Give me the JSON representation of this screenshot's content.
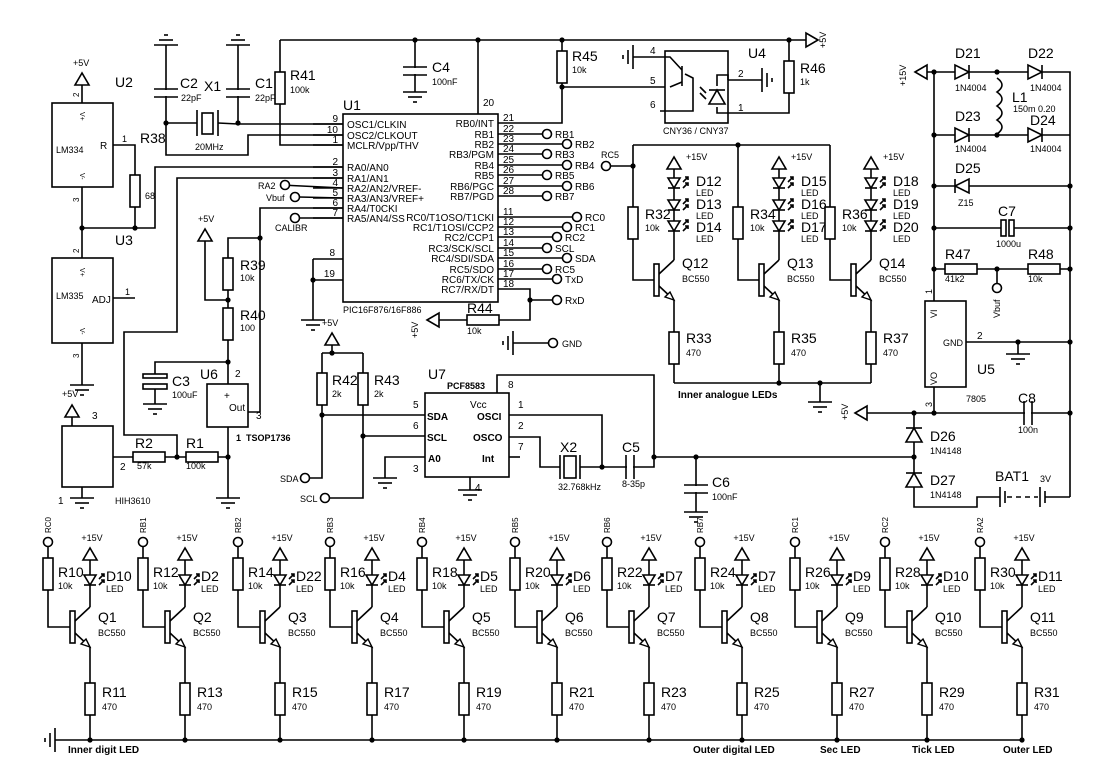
{
  "power": {
    "p5": "+5V",
    "p15": "+15V"
  },
  "u1": {
    "ref": "U1",
    "part": "PIC16F876/16F886",
    "p20": "20",
    "p8": "8",
    "p19": "19",
    "left": [
      {
        "n": "9",
        "name": "OSC1/CLKIN"
      },
      {
        "n": "10",
        "name": "OSC2/CLKOUT"
      },
      {
        "n": "1",
        "name": "MCLR/Vpp/THV"
      },
      {
        "n": "2",
        "name": "RA0/AN0"
      },
      {
        "n": "3",
        "name": "RA1/AN1"
      },
      {
        "n": "4",
        "name": "RA2/AN2/VREF-"
      },
      {
        "n": "5",
        "name": "RA3/AN3/VREF+"
      },
      {
        "n": "6",
        "name": "RA4/T0CKI"
      },
      {
        "n": "7",
        "name": "RA5/AN4/SS"
      }
    ],
    "right": [
      {
        "n": "21",
        "name": "RB0/INT"
      },
      {
        "n": "22",
        "name": "RB1",
        "net": "RB1"
      },
      {
        "n": "23",
        "name": "RB2",
        "net": "RB2"
      },
      {
        "n": "24",
        "name": "RB3/PGM",
        "net": "RB3"
      },
      {
        "n": "25",
        "name": "RB4",
        "net": "RB4"
      },
      {
        "n": "26",
        "name": "RB5",
        "net": "RB5"
      },
      {
        "n": "27",
        "name": "RB6/PGC",
        "net": "RB6"
      },
      {
        "n": "28",
        "name": "RB7/PGD",
        "net": "RB7"
      },
      {
        "n": "11",
        "name": "RC0/T1OSO/T1CKI",
        "net": "RC0"
      },
      {
        "n": "12",
        "name": "RC1/T1OSI/CCP2",
        "net": "RC1"
      },
      {
        "n": "13",
        "name": "RC2/CCP1",
        "net": "RC2"
      },
      {
        "n": "14",
        "name": "RC3/SCK/SCL",
        "net": "SCL"
      },
      {
        "n": "15",
        "name": "RC4/SDI/SDA",
        "net": "SDA"
      },
      {
        "n": "16",
        "name": "RC5/SDO",
        "net": "RC5"
      },
      {
        "n": "17",
        "name": "RC6/TX/CK",
        "net": "TxD"
      },
      {
        "n": "18",
        "name": "RC7/RX/DT",
        "net": "RxD"
      }
    ]
  },
  "u2": {
    "ref": "U2",
    "part": "LM334",
    "r_pin": "R",
    "vplus": "V+",
    "vminus": "V-",
    "p1": "1",
    "p2": "2",
    "p3": "3"
  },
  "u3": {
    "ref": "U3",
    "part": "LM335",
    "adj": "ADJ",
    "vplus": "V+",
    "vminus": "V-",
    "p1": "1",
    "p2": "2",
    "p3": "3"
  },
  "hih": {
    "part": "HIH3610",
    "p1": "1",
    "p2": "2",
    "p3": "3"
  },
  "u6": {
    "ref": "U6",
    "part": "TSOP1736",
    "plus": "+",
    "out": "Out",
    "p1": "1",
    "p2": "2",
    "p3": "3"
  },
  "u7": {
    "ref": "U7",
    "part": "PCF8583",
    "vcc": "Vcc",
    "sda": "SDA",
    "scl": "SCL",
    "a0": "A0",
    "osci": "OSCI",
    "osco": "OSCO",
    "int": "Int",
    "p5": "5",
    "p6": "6",
    "p3": "3",
    "p8": "8",
    "p1": "1",
    "p2": "2",
    "p7": "7",
    "p4": "4"
  },
  "u4": {
    "ref": "U4",
    "part": "CNY36 / CNY37",
    "p4": "4",
    "p5": "5",
    "p6": "6",
    "p2": "2",
    "p1": "1"
  },
  "u5": {
    "ref": "U5",
    "part": "7805",
    "vi": "VI",
    "gnd": "GND",
    "vo": "VO",
    "p1": "1",
    "p2": "2",
    "p3": "3"
  },
  "R": {
    "R1": {
      "ref": "R1",
      "val": "100k"
    },
    "R2": {
      "ref": "R2",
      "val": "57k"
    },
    "R38": {
      "ref": "R38",
      "val": "68"
    },
    "R39": {
      "ref": "R39",
      "val": "10k"
    },
    "R40": {
      "ref": "R40",
      "val": "100"
    },
    "R41": {
      "ref": "R41",
      "val": "100k"
    },
    "R42": {
      "ref": "R42",
      "val": "2k"
    },
    "R43": {
      "ref": "R43",
      "val": "2k"
    },
    "R44": {
      "ref": "R44",
      "val": "10k"
    },
    "R45": {
      "ref": "R45",
      "val": "10k"
    },
    "R46": {
      "ref": "R46",
      "val": "1k"
    },
    "R47": {
      "ref": "R47",
      "val": "41k2"
    },
    "R48": {
      "ref": "R48",
      "val": "10k"
    }
  },
  "C": {
    "C1": {
      "ref": "C1",
      "val": "22pF"
    },
    "C2": {
      "ref": "C2",
      "val": "22pF"
    },
    "C3": {
      "ref": "C3",
      "val": "100uF"
    },
    "C4": {
      "ref": "C4",
      "val": "100nF"
    },
    "C5": {
      "ref": "C5",
      "val": "8-35p"
    },
    "C6": {
      "ref": "C6",
      "val": "100nF"
    },
    "C7": {
      "ref": "C7",
      "val": "1000u"
    },
    "C8": {
      "ref": "C8",
      "val": "100n"
    }
  },
  "X": {
    "X1": {
      "ref": "X1",
      "val": "20MHz"
    },
    "X2": {
      "ref": "X2",
      "val": "32.768kHz"
    }
  },
  "D": {
    "D21": {
      "ref": "D21",
      "val": "1N4004"
    },
    "D22": {
      "ref": "D22",
      "val": "1N4004"
    },
    "D23": {
      "ref": "D23",
      "val": "1N4004"
    },
    "D24": {
      "ref": "D24",
      "val": "1N4004"
    },
    "D25": {
      "ref": "D25",
      "val": "Z15"
    },
    "D26": {
      "ref": "D26",
      "val": "1N4148"
    },
    "D27": {
      "ref": "D27",
      "val": "1N4148"
    }
  },
  "L1": {
    "ref": "L1",
    "val": "150m 0.20"
  },
  "BAT1": {
    "ref": "BAT1",
    "val": "3V"
  },
  "nets": {
    "RA2": "RA2",
    "Vbuf": "Vbuf",
    "CALIBR": "CALIBR",
    "GND": "GND",
    "RC5": "RC5",
    "SDA": "SDA",
    "SCL": "SCL"
  },
  "analog": {
    "caption": "Inner analogue LEDs",
    "cols": [
      {
        "r_base": "R32",
        "r_base_val": "10k",
        "leds": [
          "D12",
          "D13",
          "D14"
        ],
        "led_val": "LED",
        "q": "Q12",
        "q_val": "BC550",
        "r_emit": "R33",
        "r_emit_val": "470"
      },
      {
        "r_base": "R34",
        "r_base_val": "10k",
        "leds": [
          "D15",
          "D16",
          "D17"
        ],
        "led_val": "LED",
        "q": "Q13",
        "q_val": "BC550",
        "r_emit": "R35",
        "r_emit_val": "470"
      },
      {
        "r_base": "R36",
        "r_base_val": "10k",
        "leds": [
          "D18",
          "D19",
          "D20"
        ],
        "led_val": "LED",
        "q": "Q14",
        "q_val": "BC550",
        "r_emit": "R37",
        "r_emit_val": "470"
      }
    ]
  },
  "bottom_stages": [
    {
      "input": "RC0",
      "r_base": "R10",
      "r_base_val": "10k",
      "led": "D10",
      "led_val": "LED",
      "q": "Q1",
      "q_val": "BC550",
      "r_emit": "R11",
      "r_emit_val": "470"
    },
    {
      "input": "RB1",
      "r_base": "R12",
      "r_base_val": "10k",
      "led": "D2",
      "led_val": "LED",
      "q": "Q2",
      "q_val": "BC550",
      "r_emit": "R13",
      "r_emit_val": "470"
    },
    {
      "input": "RB2",
      "r_base": "R14",
      "r_base_val": "10k",
      "led": "D22",
      "led_val": "LED",
      "q": "Q3",
      "q_val": "BC550",
      "r_emit": "R15",
      "r_emit_val": "470"
    },
    {
      "input": "RB3",
      "r_base": "R16",
      "r_base_val": "10k",
      "led": "D4",
      "led_val": "LED",
      "q": "Q4",
      "q_val": "BC550",
      "r_emit": "R17",
      "r_emit_val": "470"
    },
    {
      "input": "RB4",
      "r_base": "R18",
      "r_base_val": "10k",
      "led": "D5",
      "led_val": "LED",
      "q": "Q5",
      "q_val": "BC550",
      "r_emit": "R19",
      "r_emit_val": "470"
    },
    {
      "input": "RB5",
      "r_base": "R20",
      "r_base_val": "10k",
      "led": "D6",
      "led_val": "LED",
      "q": "Q6",
      "q_val": "BC550",
      "r_emit": "R21",
      "r_emit_val": "470"
    },
    {
      "input": "RB6",
      "r_base": "R22",
      "r_base_val": "10k",
      "led": "D7",
      "led_val": "LED",
      "q": "Q7",
      "q_val": "BC550",
      "r_emit": "R23",
      "r_emit_val": "470"
    },
    {
      "input": "RB7",
      "r_base": "R24",
      "r_base_val": "10k",
      "led": "D7",
      "led_val": "LED",
      "q": "Q8",
      "q_val": "BC550",
      "r_emit": "R25",
      "r_emit_val": "470"
    },
    {
      "input": "RC1",
      "r_base": "R26",
      "r_base_val": "10k",
      "led": "D9",
      "led_val": "LED",
      "q": "Q9",
      "q_val": "BC550",
      "r_emit": "R27",
      "r_emit_val": "470"
    },
    {
      "input": "RC2",
      "r_base": "R28",
      "r_base_val": "10k",
      "led": "D10",
      "led_val": "LED",
      "q": "Q10",
      "q_val": "BC550",
      "r_emit": "R29",
      "r_emit_val": "470"
    },
    {
      "input": "RA2",
      "r_base": "R30",
      "r_base_val": "10k",
      "led": "D11",
      "led_val": "LED",
      "q": "Q11",
      "q_val": "BC550",
      "r_emit": "R31",
      "r_emit_val": "470"
    }
  ],
  "captions": {
    "inner_digit": "Inner digit LED",
    "outer_digital": "Outer digital LED",
    "sec": "Sec LED",
    "tick": "Tick LED",
    "outer": "Outer LED"
  }
}
